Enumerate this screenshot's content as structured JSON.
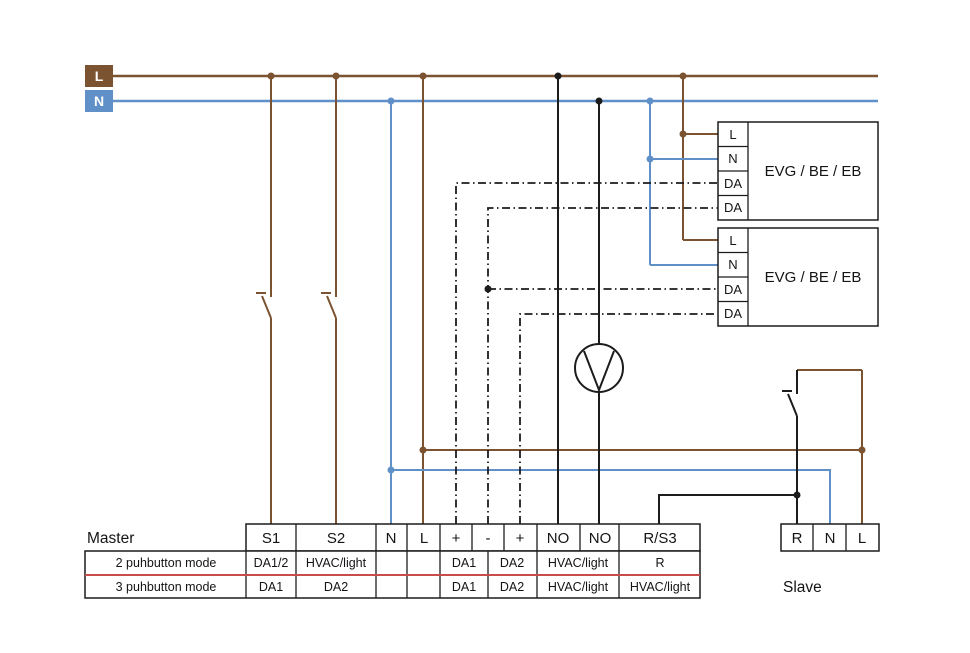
{
  "colors": {
    "brown": "#7b5330",
    "blue": "#6090c8",
    "black": "#1c1c1c",
    "red": "#c94c4c"
  },
  "source": {
    "l_label": "L",
    "n_label": "N"
  },
  "evg_units": [
    {
      "label": "EVG / BE / EB",
      "terminals": [
        "L",
        "N",
        "DA",
        "DA"
      ]
    },
    {
      "label": "EVG / BE / EB",
      "terminals": [
        "L",
        "N",
        "DA",
        "DA"
      ]
    }
  ],
  "master": {
    "label": "Master",
    "terminals": [
      "S1",
      "S2",
      "N",
      "L",
      "+",
      "-",
      "+",
      "NO",
      "NO",
      "R/S3"
    ],
    "modes": [
      {
        "label": "2 puhbutton mode",
        "s1": "DA1/2",
        "s2": "HVAC/light",
        "da1": "DA1",
        "da2": "DA2",
        "no": "HVAC/light",
        "rs3": "R"
      },
      {
        "label": "3 puhbutton mode",
        "s1": "DA1",
        "s2": "DA2",
        "da1": "DA1",
        "da2": "DA2",
        "no": "HVAC/light",
        "rs3": "HVAC/light"
      }
    ]
  },
  "slave": {
    "label": "Slave",
    "terminals": [
      "R",
      "N",
      "L"
    ]
  }
}
